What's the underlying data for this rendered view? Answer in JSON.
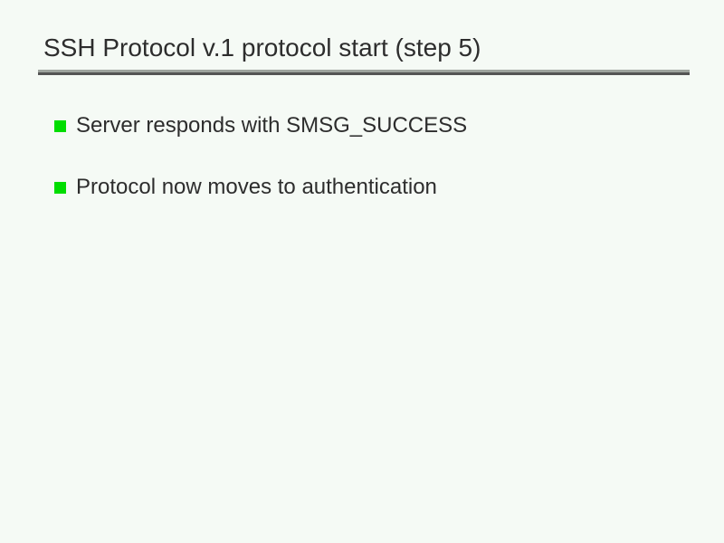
{
  "slide": {
    "title": "SSH Protocol v.1 protocol start (step 5)",
    "bullets": [
      "Server responds with SMSG_SUCCESS",
      "Protocol now moves to authentication"
    ]
  },
  "colors": {
    "background": "#f5faf5",
    "title_text": "#2d2d2d",
    "body_text": "#2d2d2d",
    "bullet_marker": "#00dd00",
    "rule_top": "#9ea49e",
    "rule_bottom": "#545454"
  }
}
